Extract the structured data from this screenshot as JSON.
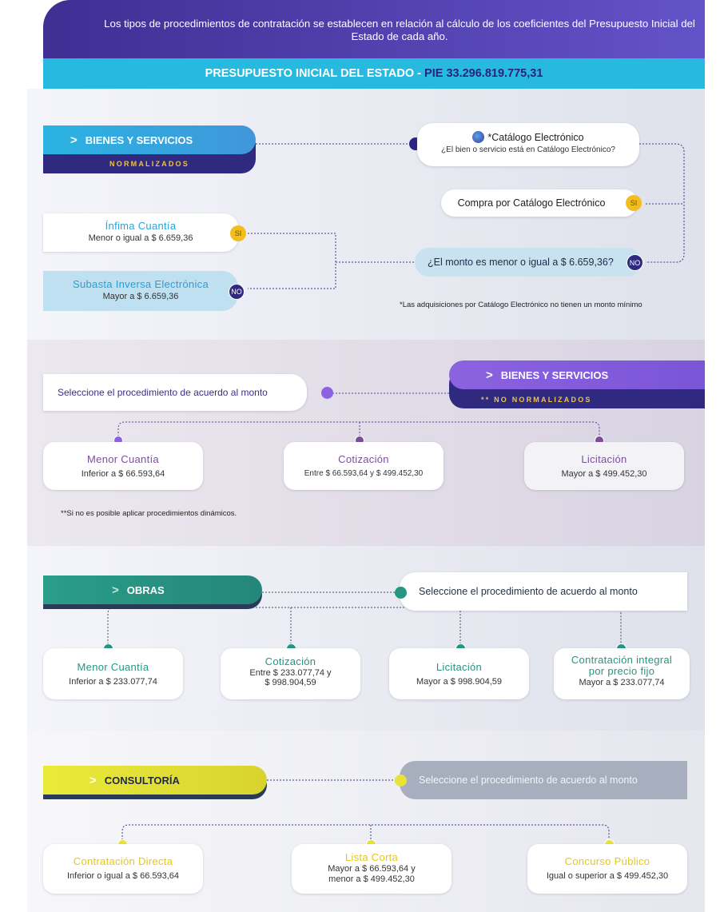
{
  "header": {
    "intro": "Los tipos de procedimientos de contratación se establecen en relación al cálculo de los coeficientes del Presupuesto Inicial del Estado de cada año.",
    "budget_label": "PRESUPUESTO INICIAL DEL ESTADO - ",
    "budget_value": "PIE 33.296.819.775,31"
  },
  "colors": {
    "purple": "#3f2f93",
    "cyan": "#28b9e0",
    "teal": "#25967f",
    "yellow": "#e3e23a"
  },
  "normalizados": {
    "title": "BIENES Y SERVICIOS",
    "subtitle": "NORMALIZADOS",
    "catalog_title": "*Catálogo Electrónico",
    "catalog_question": "¿El bien o servicio está en Catálogo Electrónico?",
    "catalog_icon": "globe-icon",
    "purchase": "Compra por Catálogo Electrónico",
    "si": "SI",
    "no": "NO",
    "amount_question": "¿El monto es menor o igual a $  6.659,36?",
    "infima_title": "Ínfima Cuantía",
    "infima_desc": "Menor o igual a $ 6.659,36",
    "subasta_title": "Subasta Inversa Electrónica",
    "subasta_desc": "Mayor a $  6.659,36",
    "note": "*Las adquisiciones por Catálogo Electrónico no tienen un monto mínimo"
  },
  "no_normalizados": {
    "title": "BIENES Y SERVICIOS",
    "subtitle": "** NO NORMALIZADOS",
    "select": "Seleccione el procedimiento de acuerdo al monto",
    "items": [
      {
        "title": "Menor Cuantía",
        "desc": "Inferior a $ 66.593,64"
      },
      {
        "title": "Cotización",
        "desc": "Entre $ 66.593,64 y $ 499.452,30"
      },
      {
        "title": "Licitación",
        "desc": "Mayor a $  499.452,30"
      }
    ],
    "note": "**Si no es posible aplicar procedimientos dinámicos."
  },
  "obras": {
    "title": "OBRAS",
    "select": "Seleccione el procedimiento de acuerdo al monto",
    "items": [
      {
        "title": "Menor Cuantía",
        "desc": "Inferior a $ 233.077,74"
      },
      {
        "title": "Cotización",
        "desc": "Entre $ 233.077,74 y\n$ 998.904,59"
      },
      {
        "title": "Licitación",
        "desc": "Mayor a $ 998.904,59"
      },
      {
        "title": "Contratación integral\npor precio fijo",
        "desc": "Mayor a $ 233.077,74"
      }
    ]
  },
  "consultoria": {
    "title": "CONSULTORÍA",
    "select": "Seleccione el procedimiento de acuerdo al monto",
    "items": [
      {
        "title": "Contratación Directa",
        "desc": "Inferior o igual a $ 66.593,64"
      },
      {
        "title": "Lista Corta",
        "desc": "Mayor a $  66.593,64 y\nmenor a $ 499.452,30"
      },
      {
        "title": "Concurso Público",
        "desc": "Igual o superior a $ 499.452,30"
      }
    ]
  }
}
